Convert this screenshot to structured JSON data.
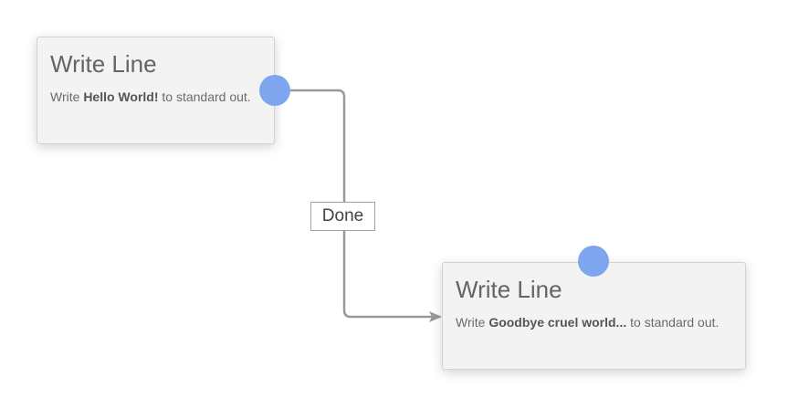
{
  "nodes": [
    {
      "title": "Write Line",
      "desc_prefix": "Write ",
      "desc_bold": "Hello World!",
      "desc_suffix": " to standard out."
    },
    {
      "title": "Write Line",
      "desc_prefix": "Write ",
      "desc_bold": "Goodbye cruel world...",
      "desc_suffix": " to standard out."
    }
  ],
  "connection": {
    "outcome_label": "Done"
  },
  "colors": {
    "port": "#7ea6ee",
    "wire": "#999999",
    "node_bg": "#f3f3f3",
    "node_border": "#d2d2d2",
    "canvas_bg": "#ffffff"
  }
}
